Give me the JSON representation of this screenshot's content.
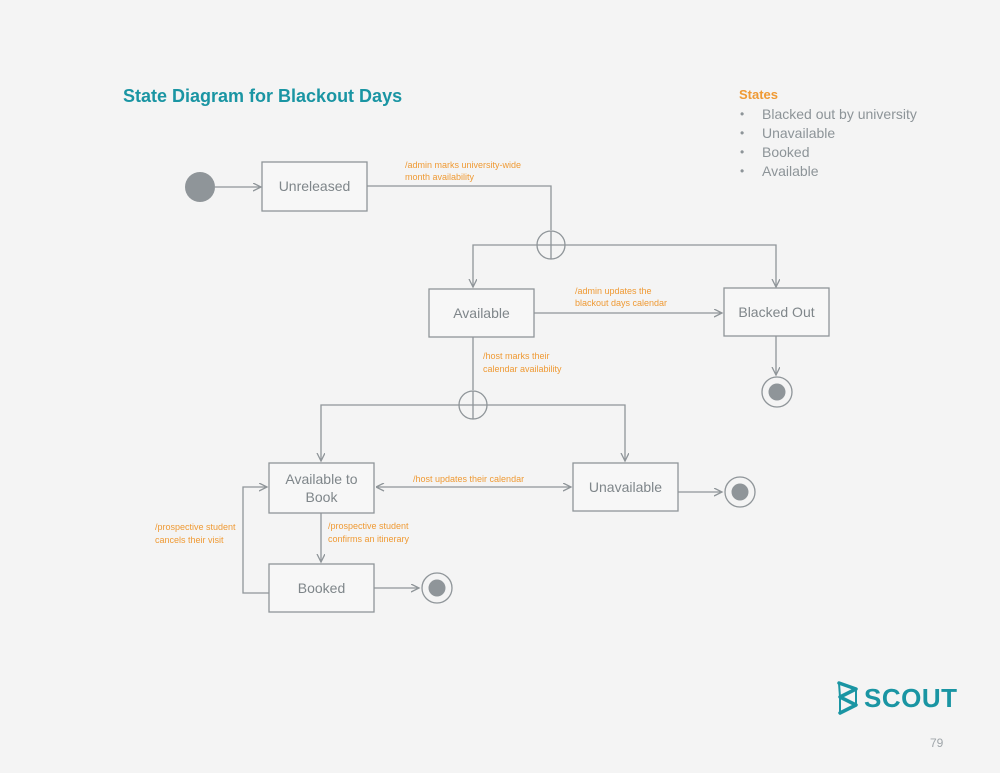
{
  "title": "State Diagram for Blackout Days",
  "legend": {
    "title": "States",
    "items": [
      "Blacked out by university",
      "Unavailable",
      "Booked",
      "Available"
    ]
  },
  "states": {
    "unreleased": "Unreleased",
    "available": "Available",
    "blacked_out": "Blacked Out",
    "available_to_book_line1": "Available to",
    "available_to_book_line2": "Book",
    "unavailable": "Unavailable",
    "booked": "Booked"
  },
  "transitions": {
    "admin_marks_1": "/admin marks university-wide",
    "admin_marks_2": "month availability",
    "admin_updates_1": "/admin updates the",
    "admin_updates_2": "blackout days calendar",
    "host_marks_1": "/host marks their",
    "host_marks_2": "calendar availability",
    "host_updates": "/host updates their calendar",
    "confirms_1": "/prospective student",
    "confirms_2": "confirms an itinerary",
    "cancels_1": "/prospective student",
    "cancels_2": "cancels their visit"
  },
  "brand": {
    "name": "SCOUT",
    "color": "#1a95a3"
  },
  "page_number": "79",
  "colors": {
    "title": "#1a95a3",
    "annotation": "#ef9a34",
    "line": "#8f9599",
    "text": "#7f868a"
  }
}
